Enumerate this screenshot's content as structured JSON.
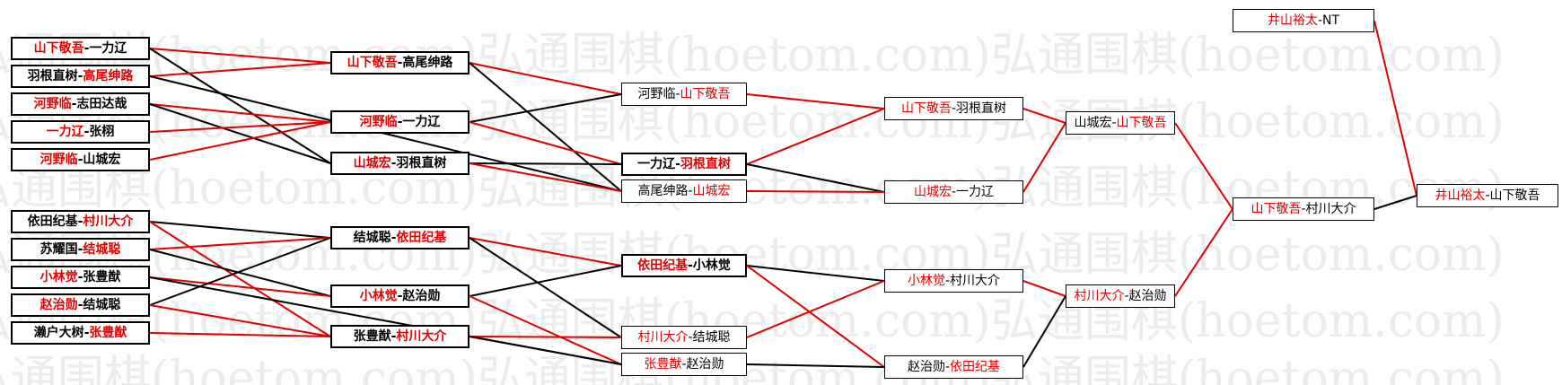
{
  "colors": {
    "red": "#e00000",
    "black": "#000000",
    "watermark": "#ececec"
  },
  "watermark_text": "弘通围棋(hoetom.com)弘通围棋(hoetom.com)弘通围棋(hoetom.com)",
  "nodes": [
    {
      "id": "r1a",
      "bold": true,
      "p1": "山下敬吾",
      "p2": "一力辽",
      "winner": 1
    },
    {
      "id": "r1b",
      "bold": true,
      "p1": "羽根直树",
      "p2": "高尾绅路",
      "winner": 2
    },
    {
      "id": "r1c",
      "bold": true,
      "p1": "河野临",
      "p2": "志田达哉",
      "winner": 1
    },
    {
      "id": "r1d",
      "bold": true,
      "p1": "一力辽",
      "p2": "张栩",
      "winner": 1
    },
    {
      "id": "r1e",
      "bold": true,
      "p1": "河野临",
      "p2": "山城宏",
      "winner": 1
    },
    {
      "id": "r1f",
      "bold": true,
      "p1": "依田纪基",
      "p2": "村川大介",
      "winner": 2
    },
    {
      "id": "r1g",
      "bold": true,
      "p1": "苏耀国",
      "p2": "结城聪",
      "winner": 2
    },
    {
      "id": "r1h",
      "bold": true,
      "p1": "小林觉",
      "p2": "张豊猷",
      "winner": 1
    },
    {
      "id": "r1i",
      "bold": true,
      "p1": "赵治勋",
      "p2": "结城聪",
      "winner": 1
    },
    {
      "id": "r1j",
      "bold": true,
      "p1": "濑户大树",
      "p2": "张豊猷",
      "winner": 2
    },
    {
      "id": "r2a",
      "bold": true,
      "p1": "山下敬吾",
      "p2": "高尾绅路",
      "winner": 1
    },
    {
      "id": "r2b",
      "bold": true,
      "p1": "河野临",
      "p2": "一力辽",
      "winner": 1
    },
    {
      "id": "r2c",
      "bold": true,
      "p1": "山城宏",
      "p2": "羽根直树",
      "winner": 1
    },
    {
      "id": "r2d",
      "bold": true,
      "p1": "结城聪",
      "p2": "依田纪基",
      "winner": 2
    },
    {
      "id": "r2e",
      "bold": true,
      "p1": "小林觉",
      "p2": "赵治勋",
      "winner": 1
    },
    {
      "id": "r2f",
      "bold": true,
      "p1": "张豊猷",
      "p2": "村川大介",
      "winner": 2
    },
    {
      "id": "r3a",
      "bold": false,
      "p1": "河野临",
      "p2": "山下敬吾",
      "winner": 2
    },
    {
      "id": "r3b",
      "bold": true,
      "p1": "一力辽",
      "p2": "羽根直树",
      "winner": 2
    },
    {
      "id": "r3c",
      "bold": false,
      "p1": "高尾绅路",
      "p2": "山城宏",
      "winner": 2
    },
    {
      "id": "r3d",
      "bold": true,
      "p1": "依田纪基",
      "p2": "小林觉",
      "winner": 1
    },
    {
      "id": "r3e",
      "bold": false,
      "p1": "村川大介",
      "p2": "结城聪",
      "winner": 1
    },
    {
      "id": "r3f",
      "bold": false,
      "p1": "张豊猷",
      "p2": "赵治勋",
      "winner": 1
    },
    {
      "id": "r4a",
      "bold": false,
      "p1": "山下敬吾",
      "p2": "羽根直树",
      "winner": 1
    },
    {
      "id": "r4b",
      "bold": false,
      "p1": "山城宏",
      "p2": "一力辽",
      "winner": 1
    },
    {
      "id": "r4c",
      "bold": false,
      "p1": "小林觉",
      "p2": "村川大介",
      "winner": 1
    },
    {
      "id": "r4d",
      "bold": false,
      "p1": "赵治勋",
      "p2": "依田纪基",
      "winner": 2
    },
    {
      "id": "r5a",
      "bold": false,
      "p1": "山城宏",
      "p2": "山下敬吾",
      "winner": 2
    },
    {
      "id": "r5b",
      "bold": false,
      "p1": "村川大介",
      "p2": "赵治勋",
      "winner": 1
    },
    {
      "id": "r6",
      "bold": false,
      "p1": "山下敬吾",
      "p2": "村川大介",
      "winner": 1
    },
    {
      "id": "top",
      "bold": false,
      "p1": "井山裕太",
      "p2": "NT",
      "winner": 1
    },
    {
      "id": "fin",
      "bold": false,
      "p1": "井山裕太",
      "p2": "山下敬吾",
      "winner": 1
    }
  ],
  "edges": [
    [
      "r1a",
      "r2a",
      "red"
    ],
    [
      "r1a",
      "r2c",
      "black"
    ],
    [
      "r1b",
      "r2a",
      "red"
    ],
    [
      "r1b",
      "r3c",
      "black"
    ],
    [
      "r1c",
      "r2b",
      "red"
    ],
    [
      "r1c",
      "r2c",
      "black"
    ],
    [
      "r1d",
      "r2b",
      "red"
    ],
    [
      "r1e",
      "r2b",
      "red"
    ],
    [
      "r1f",
      "r2d",
      "black"
    ],
    [
      "r1f",
      "r2f",
      "red"
    ],
    [
      "r1g",
      "r2d",
      "red"
    ],
    [
      "r1g",
      "r2e",
      "black"
    ],
    [
      "r1h",
      "r2e",
      "red"
    ],
    [
      "r1h",
      "r3f",
      "black"
    ],
    [
      "r1i",
      "r2d",
      "black"
    ],
    [
      "r1i",
      "r2f",
      "red"
    ],
    [
      "r1j",
      "r2f",
      "red"
    ],
    [
      "r2a",
      "r3a",
      "red"
    ],
    [
      "r2a",
      "r3c",
      "black"
    ],
    [
      "r2b",
      "r3a",
      "black"
    ],
    [
      "r2b",
      "r3b",
      "red"
    ],
    [
      "r2c",
      "r3b",
      "black"
    ],
    [
      "r2c",
      "r3c",
      "red"
    ],
    [
      "r2d",
      "r3d",
      "red"
    ],
    [
      "r2d",
      "r3e",
      "black"
    ],
    [
      "r2e",
      "r3d",
      "black"
    ],
    [
      "r2e",
      "r3f",
      "red"
    ],
    [
      "r2f",
      "r3e",
      "red"
    ],
    [
      "r2f",
      "r3f",
      "black"
    ],
    [
      "r3a",
      "r4a",
      "red"
    ],
    [
      "r3b",
      "r4a",
      "red"
    ],
    [
      "r3b",
      "r4b",
      "black"
    ],
    [
      "r3c",
      "r4b",
      "red"
    ],
    [
      "r3d",
      "r4c",
      "black"
    ],
    [
      "r3d",
      "r4d",
      "red"
    ],
    [
      "r3e",
      "r4c",
      "red"
    ],
    [
      "r3f",
      "r4d",
      "black"
    ],
    [
      "r4a",
      "r5a",
      "red"
    ],
    [
      "r4b",
      "r5a",
      "red"
    ],
    [
      "r4c",
      "r5b",
      "red"
    ],
    [
      "r4d",
      "r5b",
      "black"
    ],
    [
      "r5a",
      "r6",
      "red"
    ],
    [
      "r5b",
      "r6",
      "red"
    ],
    [
      "r6",
      "fin",
      "black"
    ],
    [
      "top",
      "fin",
      "red"
    ]
  ]
}
